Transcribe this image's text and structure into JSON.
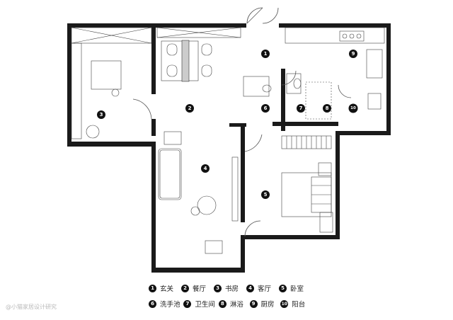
{
  "plan": {
    "room_markers": [
      "1",
      "2",
      "3",
      "4",
      "5",
      "6",
      "7",
      "8",
      "9",
      "10"
    ]
  },
  "legend": {
    "rows": [
      [
        {
          "num": "1",
          "label": "玄关"
        },
        {
          "num": "2",
          "label": "餐厅"
        },
        {
          "num": "3",
          "label": "书房"
        },
        {
          "num": "4",
          "label": "客厅"
        },
        {
          "num": "5",
          "label": "卧室"
        }
      ],
      [
        {
          "num": "6",
          "label": "洗手池"
        },
        {
          "num": "7",
          "label": "卫生间"
        },
        {
          "num": "8",
          "label": "淋浴"
        },
        {
          "num": "9",
          "label": "厨房"
        },
        {
          "num": "10",
          "label": "阳台"
        }
      ]
    ]
  },
  "watermark": "@小猫家居设计研究"
}
